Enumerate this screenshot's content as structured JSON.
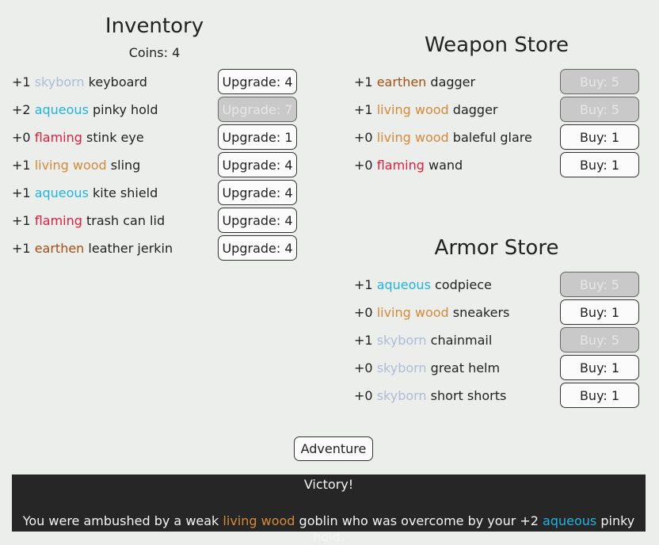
{
  "colors": {
    "skyborn": "#b0bcd6",
    "aqueous": "#20b4e0",
    "flaming": "#df1f3d",
    "living wood": "#d48a3a",
    "earthen": "#a44e12"
  },
  "inventory": {
    "title": "Inventory",
    "coins_label": "Coins: 4",
    "items": [
      {
        "bonus": "+1",
        "element": "skyborn",
        "name": "keyboard",
        "button": "Upgrade: 4",
        "enabled": true
      },
      {
        "bonus": "+2",
        "element": "aqueous",
        "name": "pinky hold",
        "button": "Upgrade: 7",
        "enabled": false
      },
      {
        "bonus": "+0",
        "element": "flaming",
        "name": "stink eye",
        "button": "Upgrade: 1",
        "enabled": true
      },
      {
        "bonus": "+1",
        "element": "living wood",
        "name": "sling",
        "button": "Upgrade: 4",
        "enabled": true
      },
      {
        "bonus": "+1",
        "element": "aqueous",
        "name": "kite shield",
        "button": "Upgrade: 4",
        "enabled": true
      },
      {
        "bonus": "+1",
        "element": "flaming",
        "name": "trash can lid",
        "button": "Upgrade: 4",
        "enabled": true
      },
      {
        "bonus": "+1",
        "element": "earthen",
        "name": "leather jerkin",
        "button": "Upgrade: 4",
        "enabled": true
      }
    ]
  },
  "weapon_store": {
    "title": "Weapon Store",
    "items": [
      {
        "bonus": "+1",
        "element": "earthen",
        "name": "dagger",
        "button": "Buy: 5",
        "enabled": false
      },
      {
        "bonus": "+1",
        "element": "living wood",
        "name": "dagger",
        "button": "Buy: 5",
        "enabled": false
      },
      {
        "bonus": "+0",
        "element": "living wood",
        "name": "baleful glare",
        "button": "Buy: 1",
        "enabled": true
      },
      {
        "bonus": "+0",
        "element": "flaming",
        "name": "wand",
        "button": "Buy: 1",
        "enabled": true
      }
    ]
  },
  "armor_store": {
    "title": "Armor Store",
    "items": [
      {
        "bonus": "+1",
        "element": "aqueous",
        "name": "codpiece",
        "button": "Buy: 5",
        "enabled": false
      },
      {
        "bonus": "+0",
        "element": "living wood",
        "name": "sneakers",
        "button": "Buy: 1",
        "enabled": true
      },
      {
        "bonus": "+1",
        "element": "skyborn",
        "name": "chainmail",
        "button": "Buy: 5",
        "enabled": false
      },
      {
        "bonus": "+0",
        "element": "skyborn",
        "name": "great helm",
        "button": "Buy: 1",
        "enabled": true
      },
      {
        "bonus": "+0",
        "element": "skyborn",
        "name": "short shorts",
        "button": "Buy: 1",
        "enabled": true
      }
    ]
  },
  "adventure_label": "Adventure",
  "log": {
    "result": "Victory!",
    "message_prefix": "You were ambushed by a weak",
    "enemy_element": "living wood",
    "message_middle": "goblin who was overcome by your +2",
    "weapon_element": "aqueous",
    "message_suffix": "pinky hold."
  }
}
